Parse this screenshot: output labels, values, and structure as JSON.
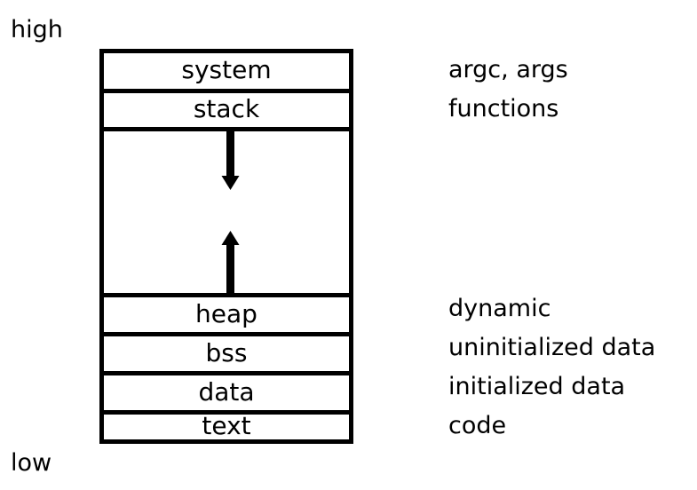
{
  "diagram": {
    "title": "process-memory-layout",
    "edge_labels": {
      "top": "high",
      "bottom": "low"
    },
    "colors": {
      "background": "#ffffff",
      "stroke": "#000000",
      "text": "#000000"
    },
    "segments": [
      {
        "key": "system",
        "label": "system",
        "annotation": "argc, args"
      },
      {
        "key": "stack",
        "label": "stack",
        "annotation": "functions"
      },
      {
        "key": "free",
        "label": "",
        "annotation": ""
      },
      {
        "key": "heap",
        "label": "heap",
        "annotation": "dynamic"
      },
      {
        "key": "bss",
        "label": "bss",
        "annotation": "uninitialized data"
      },
      {
        "key": "data",
        "label": "data",
        "annotation": "initialized data"
      },
      {
        "key": "text",
        "label": "text",
        "annotation": "code"
      }
    ],
    "arrows": [
      {
        "key": "stack-growth",
        "icon": "arrow-down-icon",
        "direction": "down"
      },
      {
        "key": "heap-growth",
        "icon": "arrow-up-icon",
        "direction": "up"
      }
    ]
  }
}
